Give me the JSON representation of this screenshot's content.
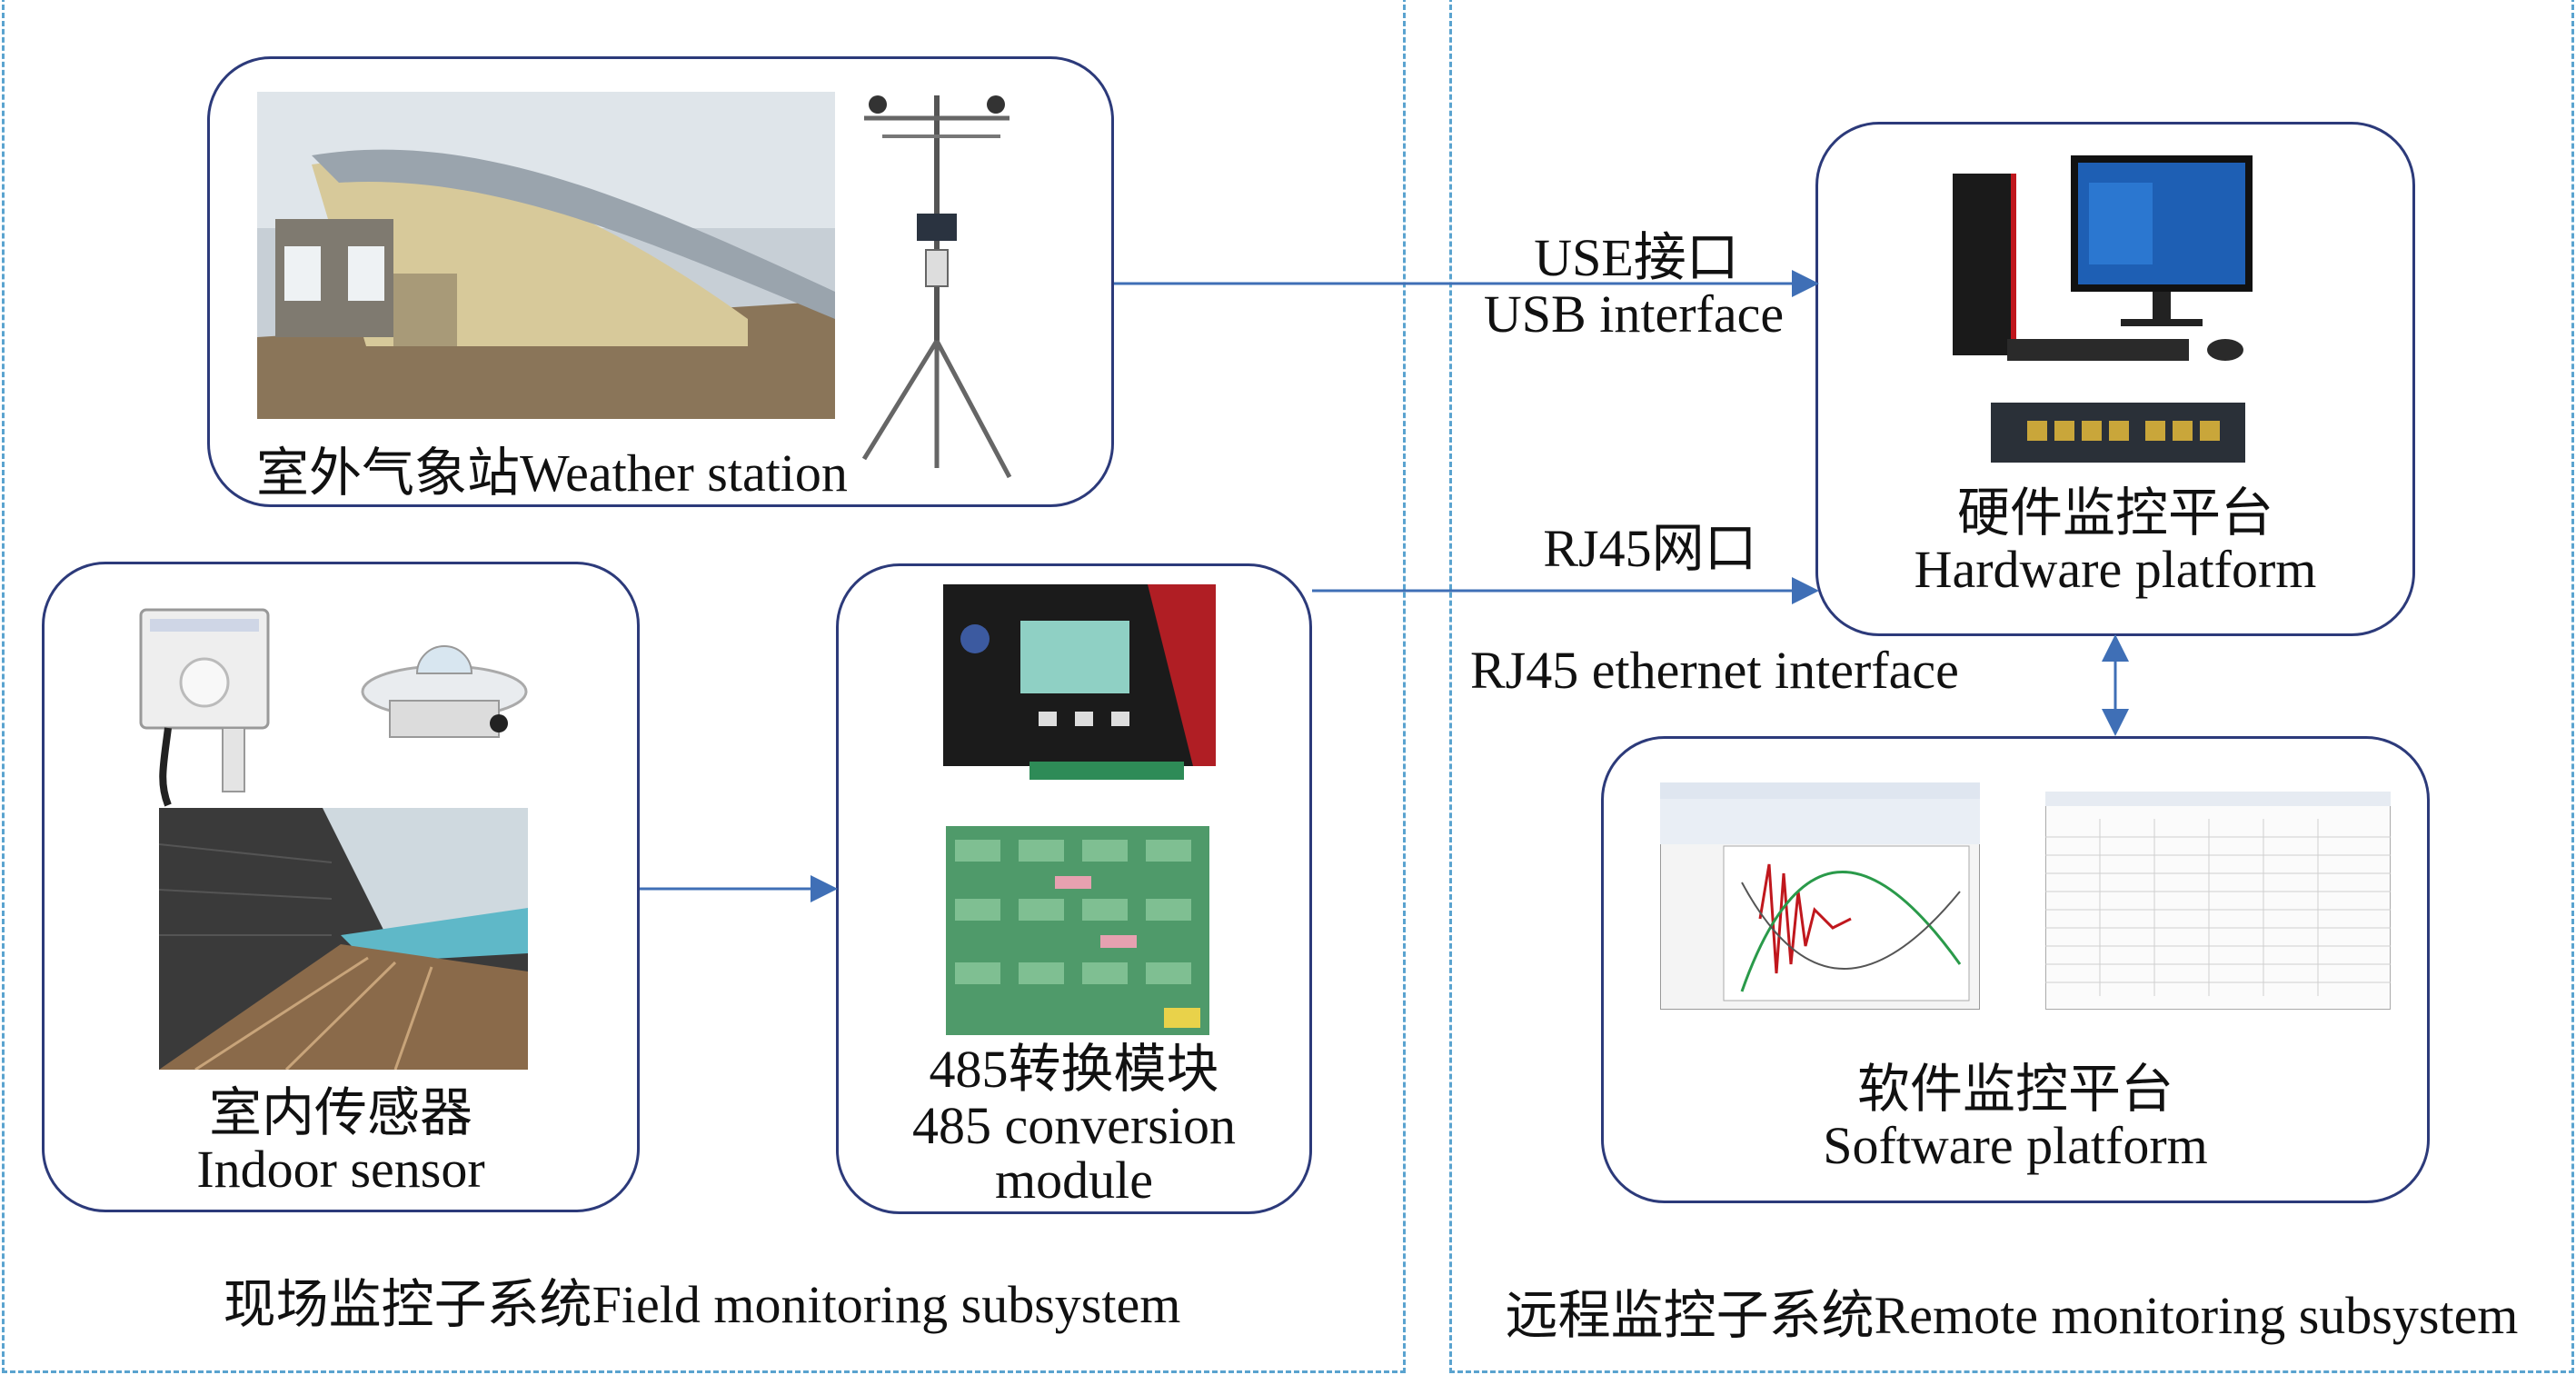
{
  "colors": {
    "subsystem_border": "#5aa3cf",
    "box_border": "#2c3a7a",
    "arrow": "#3f6fb6"
  },
  "weather_station": {
    "label": "室外气象站Weather station"
  },
  "indoor_sensor": {
    "label_cn": "室内传感器",
    "label_en": "Indoor sensor"
  },
  "conversion_module": {
    "label_cn": "485转换模块",
    "label_en_1": "485 conversion",
    "label_en_2": "module"
  },
  "hardware_platform": {
    "label_cn": "硬件监控平台",
    "label_en": "Hardware platform"
  },
  "software_platform": {
    "label_cn": "软件监控平台",
    "label_en": "Software platform"
  },
  "usb_link": {
    "label_cn": "USE接口",
    "label_en": "USB interface"
  },
  "rj45_link": {
    "label_cn": "RJ45网口",
    "label_en": "RJ45 ethernet interface"
  },
  "field_subsystem": {
    "label": "现场监控子系统Field monitoring subsystem"
  },
  "remote_subsystem": {
    "label": "远程监控子系统Remote monitoring subsystem"
  }
}
